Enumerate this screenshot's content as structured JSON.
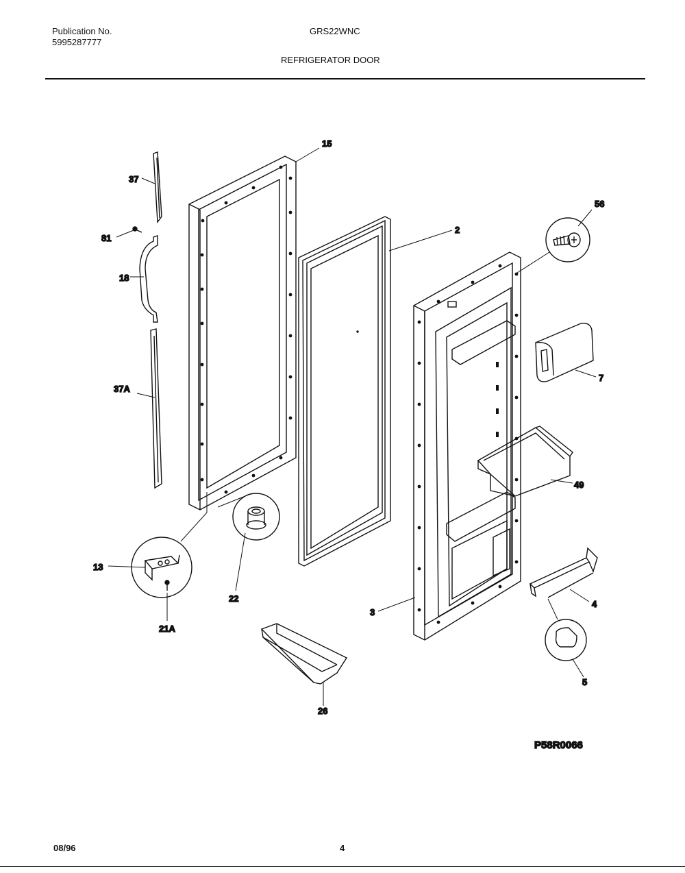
{
  "header": {
    "publication_label": "Publication No.",
    "publication_number": "5995287777",
    "model": "GRS22WNC",
    "section_title": "REFRIGERATOR DOOR"
  },
  "callouts": {
    "p15": "15",
    "p37": "37",
    "p81": "81",
    "p18": "18",
    "p37a": "37A",
    "p2": "2",
    "p56": "56",
    "p7": "7",
    "p49": "49",
    "p13": "13",
    "p22": "22",
    "p21a": "21A",
    "p3": "3",
    "p4": "4",
    "p5": "5",
    "p26": "26"
  },
  "drawing_code": "P58R0066",
  "footer": {
    "date": "08/96",
    "page": "4"
  }
}
